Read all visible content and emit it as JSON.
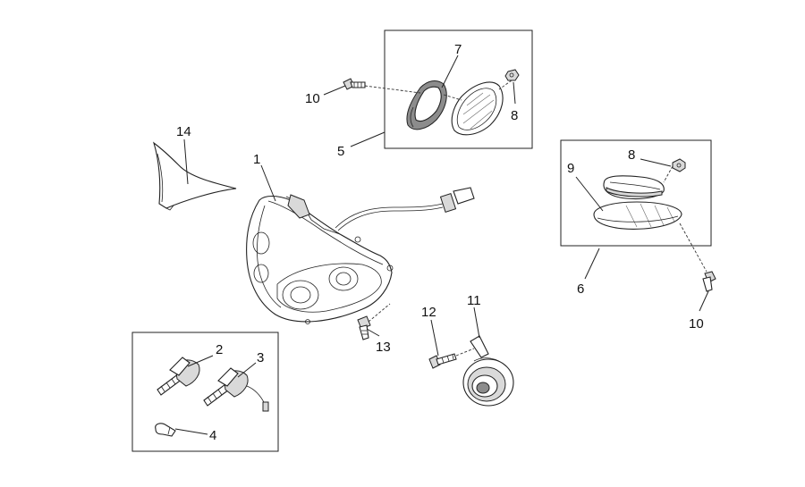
{
  "callouts": {
    "c1": "1",
    "c2": "2",
    "c3": "3",
    "c4": "4",
    "c5": "5",
    "c6": "6",
    "c7": "7",
    "c8a": "8",
    "c8b": "8",
    "c9": "9",
    "c10a": "10",
    "c10b": "10",
    "c11": "11",
    "c12": "12",
    "c13": "13",
    "c14": "14"
  }
}
